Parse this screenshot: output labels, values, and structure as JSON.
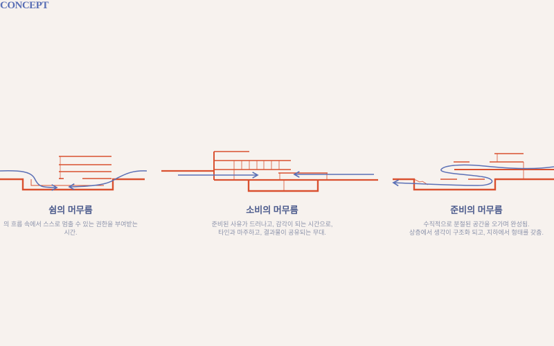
{
  "header": {
    "logo": "CONCEPT"
  },
  "colors": {
    "structure": "#d9502f",
    "flow": "#5a6fb5",
    "background": "#f7f2ee"
  },
  "concepts": [
    {
      "title": "쉼의 머무름",
      "lines": [
        "의 흐름 속에서 스스로 멈출 수 있는 권한을 부여받는",
        "시간."
      ]
    },
    {
      "title": "소비의 머무름",
      "lines": [
        "준비된 사유가 드러나고, 감각이 되는 시간으로,",
        "타인과 마주하고, 결과물이 공유되는 무대."
      ]
    },
    {
      "title": "준비의 머무름",
      "lines": [
        "수직적으로 분절된 공간을 오가며 완성됨.",
        "상층에서 생각이 구조화 되고, 지하에서 형태를 갖춤."
      ]
    }
  ]
}
